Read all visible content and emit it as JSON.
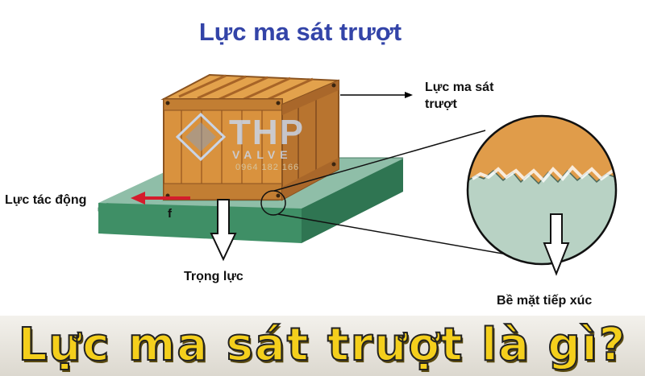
{
  "title": "Lực ma sát trượt",
  "labels": {
    "friction_line1": "Lực ma sát",
    "friction_line2": "trượt",
    "applied_force": "Lực tác động",
    "force_symbol": "f",
    "gravity": "Trọng lực",
    "contact_surface": "Bề mặt tiếp xúc"
  },
  "watermark": {
    "brand": "THP",
    "sub": "VALVE",
    "phone": "0964 182 166"
  },
  "banner": "Lực ma sát trượt là gì?",
  "colors": {
    "title": "#3344a8",
    "surface_top": "#88b8a2",
    "surface_front": "#3f8f66",
    "crate": "#d9923e",
    "crate_dark": "#9c5e22",
    "applied_arrow": "#d41c2c",
    "banner_text": "#f4cf1c"
  }
}
